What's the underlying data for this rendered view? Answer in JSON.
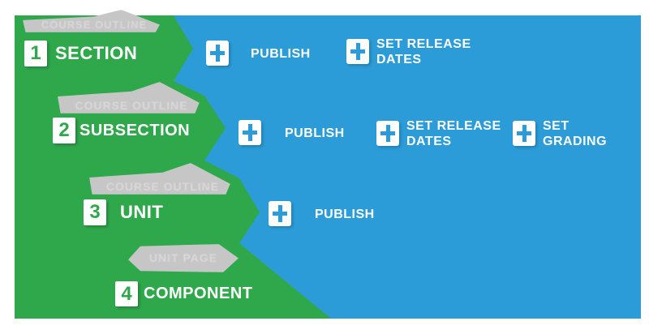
{
  "figure": {
    "name": "course-structure-publishing-diagram",
    "colors": {
      "green": "#2fa84c",
      "blue": "#2b9cd8",
      "banner_gray": "#c6c6c6",
      "banner_text_gray": "#d9d9d9",
      "white": "#ffffff"
    }
  },
  "rows": [
    {
      "number": "1",
      "label": "SECTION",
      "banner": "COURSE OUTLINE",
      "actions": [
        {
          "name": "publish",
          "line1": "PUBLISH",
          "line2": ""
        },
        {
          "name": "set-release-dates",
          "line1": "SET RELEASE",
          "line2": "DATES"
        }
      ]
    },
    {
      "number": "2",
      "label": "SUBSECTION",
      "banner": "COURSE OUTLINE",
      "actions": [
        {
          "name": "publish",
          "line1": "PUBLISH",
          "line2": ""
        },
        {
          "name": "set-release-dates",
          "line1": "SET RELEASE",
          "line2": "DATES"
        },
        {
          "name": "set-grading",
          "line1": "SET",
          "line2": "GRADING"
        }
      ]
    },
    {
      "number": "3",
      "label": "UNIT",
      "banner": "COURSE OUTLINE",
      "actions": [
        {
          "name": "publish",
          "line1": "PUBLISH",
          "line2": ""
        }
      ]
    },
    {
      "number": "4",
      "label": "COMPONENT",
      "banner": "UNIT PAGE",
      "actions": []
    }
  ]
}
